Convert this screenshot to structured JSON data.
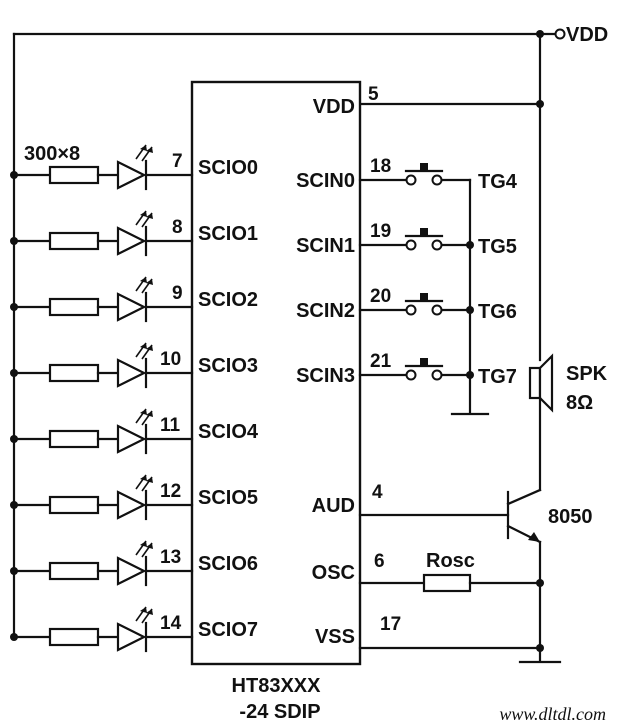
{
  "chip": {
    "name_line1": "HT83XXX",
    "name_line2": "-24 SDIP",
    "vdd_pin": {
      "label": "VDD",
      "num": "5"
    },
    "aud_pin": {
      "label": "AUD",
      "num": "4"
    },
    "osc_pin": {
      "label": "OSC",
      "num": "6"
    },
    "vss_pin": {
      "label": "VSS",
      "num": "17"
    }
  },
  "supply_label": "VDD",
  "resistor_array_label": "300×8",
  "led_outputs": [
    {
      "pin": "7",
      "label": "SCIO0"
    },
    {
      "pin": "8",
      "label": "SCIO1"
    },
    {
      "pin": "9",
      "label": "SCIO2"
    },
    {
      "pin": "10",
      "label": "SCIO3"
    },
    {
      "pin": "11",
      "label": "SCIO4"
    },
    {
      "pin": "12",
      "label": "SCIO5"
    },
    {
      "pin": "13",
      "label": "SCIO6"
    },
    {
      "pin": "14",
      "label": "SCIO7"
    }
  ],
  "switch_inputs": [
    {
      "pin": "18",
      "label": "SCIN0",
      "tg": "TG4"
    },
    {
      "pin": "19",
      "label": "SCIN1",
      "tg": "TG5"
    },
    {
      "pin": "20",
      "label": "SCIN2",
      "tg": "TG6"
    },
    {
      "pin": "21",
      "label": "SCIN3",
      "tg": "TG7"
    }
  ],
  "speaker": {
    "label": "SPK",
    "impedance": "8Ω"
  },
  "transistor": {
    "label": "8050"
  },
  "osc_resistor": {
    "label": "Rosc"
  },
  "watermark": "www.dltdl.com"
}
